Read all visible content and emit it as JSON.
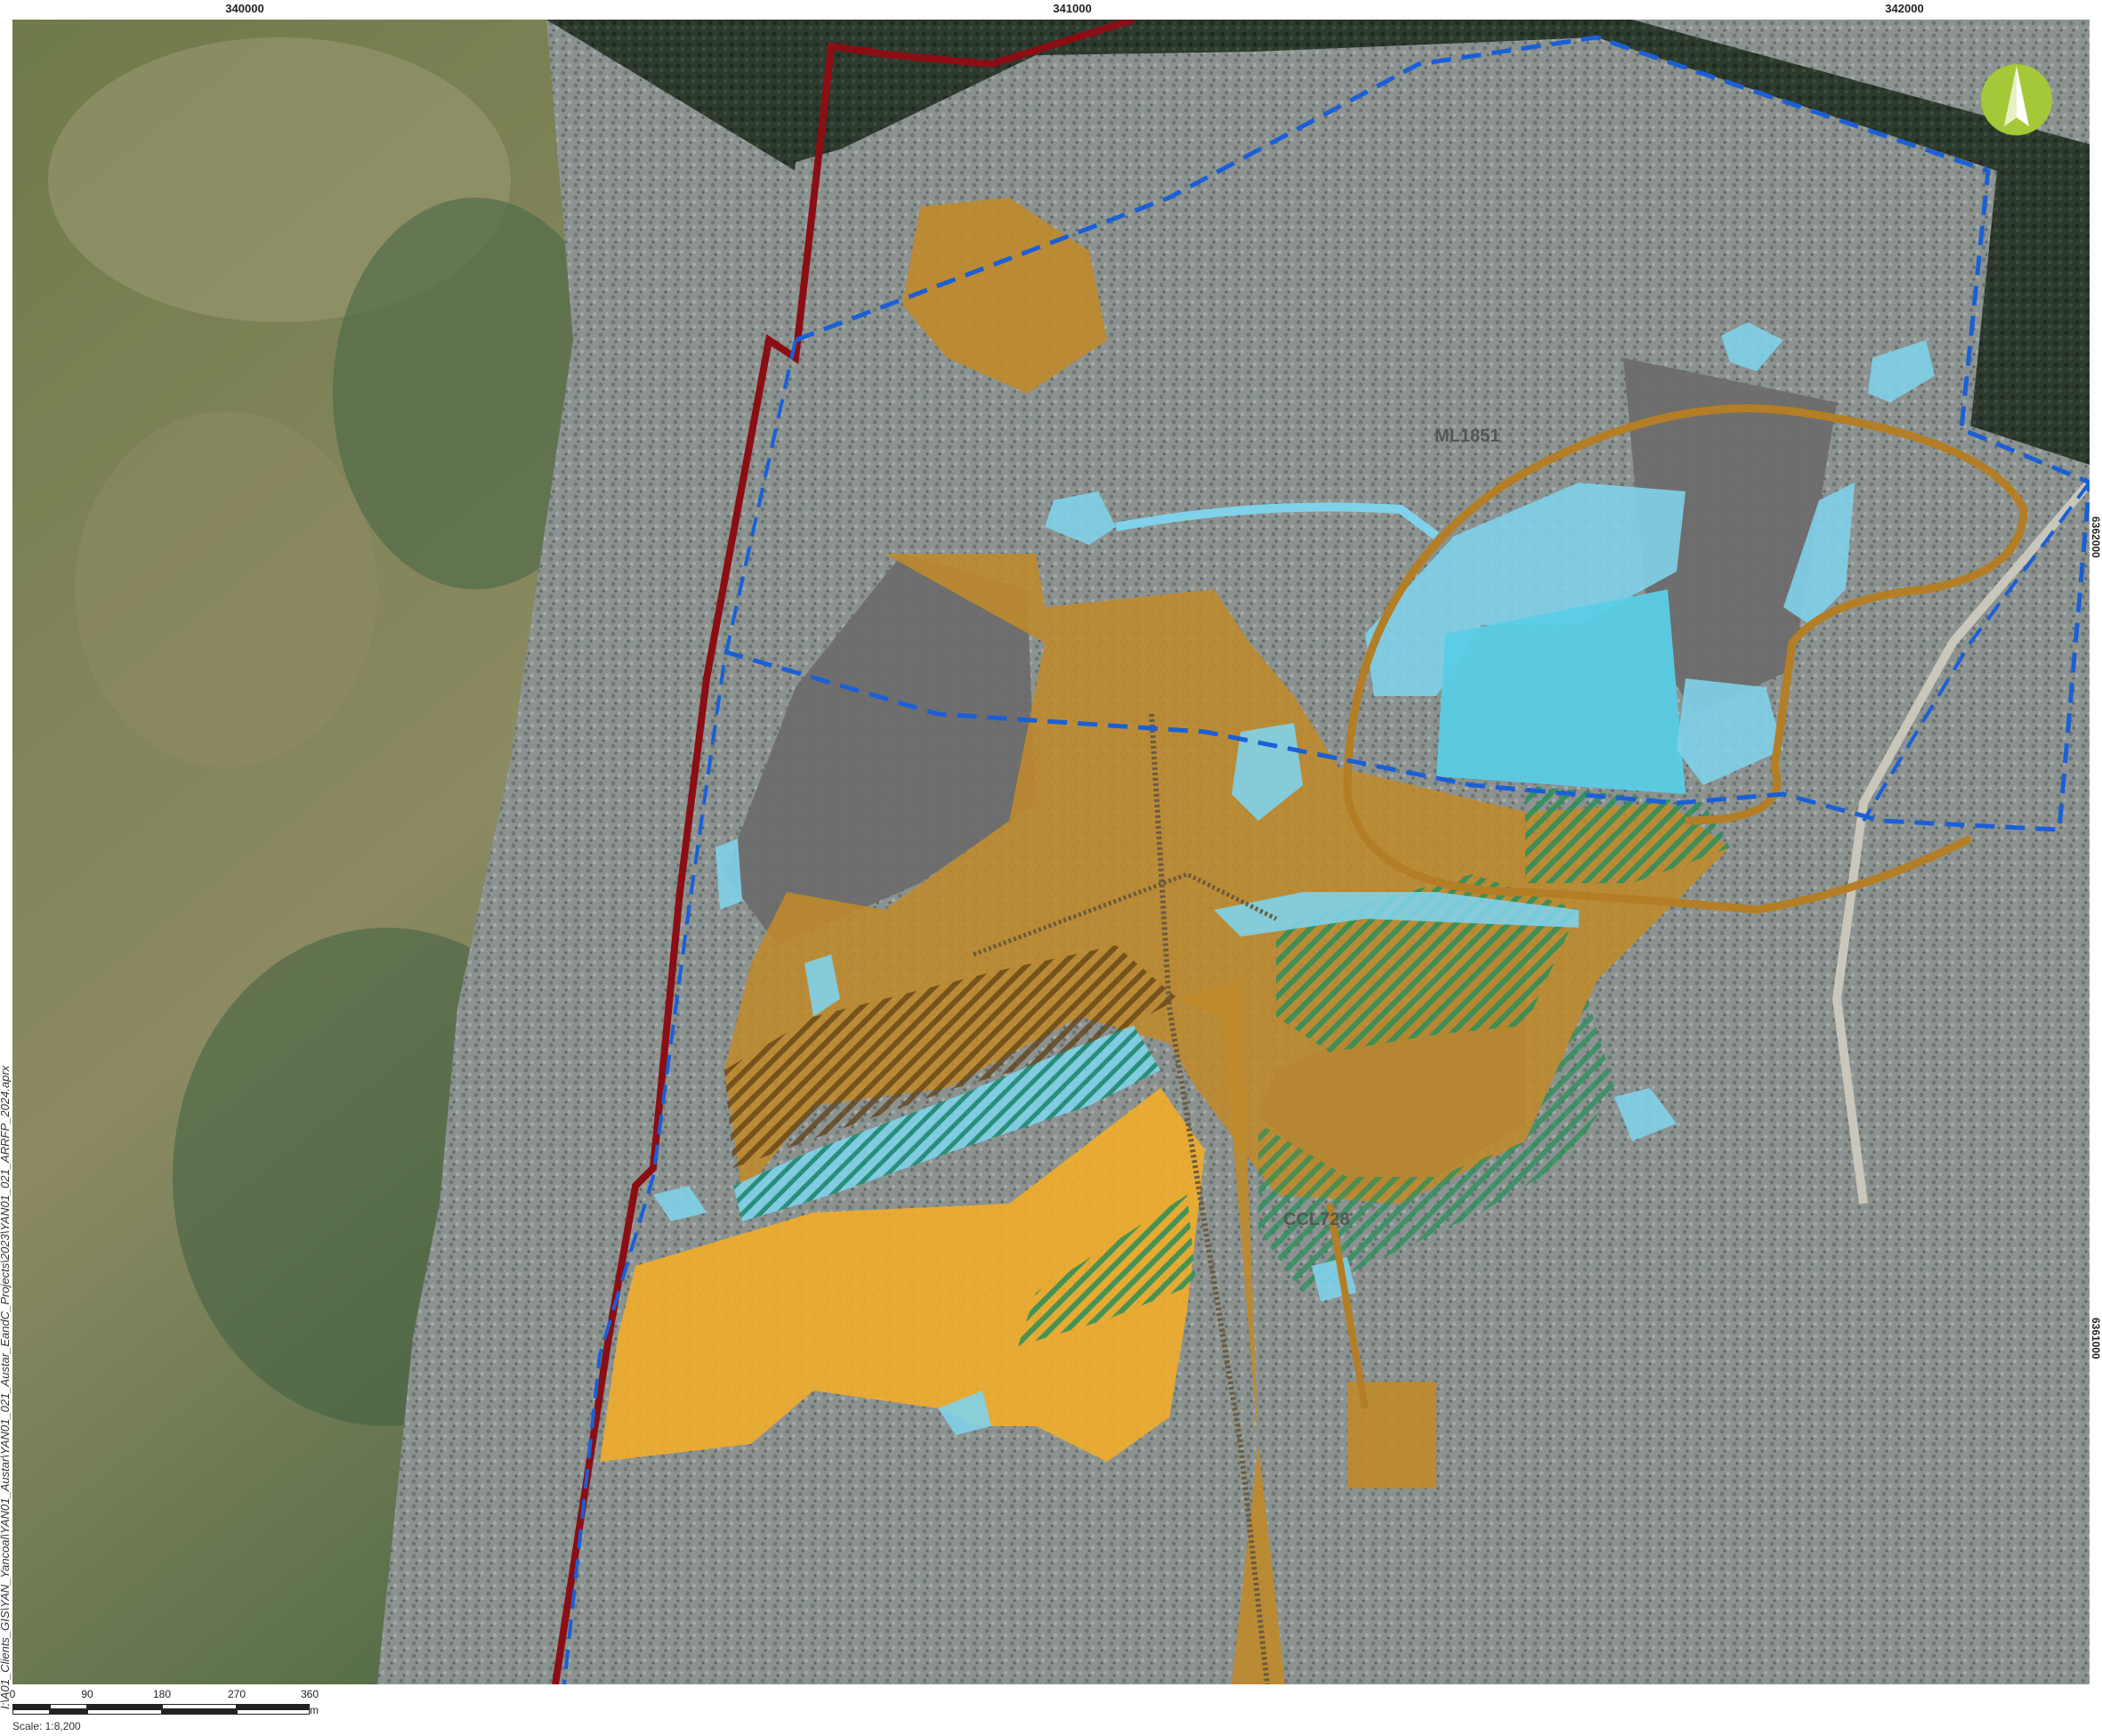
{
  "grid": {
    "easting": [
      "340000",
      "341000",
      "342000"
    ],
    "northing": [
      "6362000",
      "6361000"
    ]
  },
  "labels": {
    "lease_north": "ML1851",
    "lease_south": "CCL728"
  },
  "scale": {
    "ticks": [
      "0",
      "90",
      "180",
      "270",
      "360"
    ],
    "unit": "m",
    "text": "Scale: 1:8,200"
  },
  "path_text": "I:\\A01_Clients_GIS\\YAN_Yancoal\\YAN01_Austar\\YAN01_021_Austar_EandC_Projects\\2023\\YAN01_021_ARRFP_2024.aprx",
  "colors": {
    "boundary_red": "#8b0e14",
    "lease_blue": "#1a5fd6",
    "water_blue": "#7fd2ea",
    "disturbed_brown": "#c08a2a",
    "rehab_orange": "#f1ad2a",
    "grey_area": "#6d6b6b",
    "hatch_green": "#2a8f5a",
    "north_arrow": "#a5c838"
  },
  "icons": {
    "north_arrow": "north-arrow-icon"
  }
}
